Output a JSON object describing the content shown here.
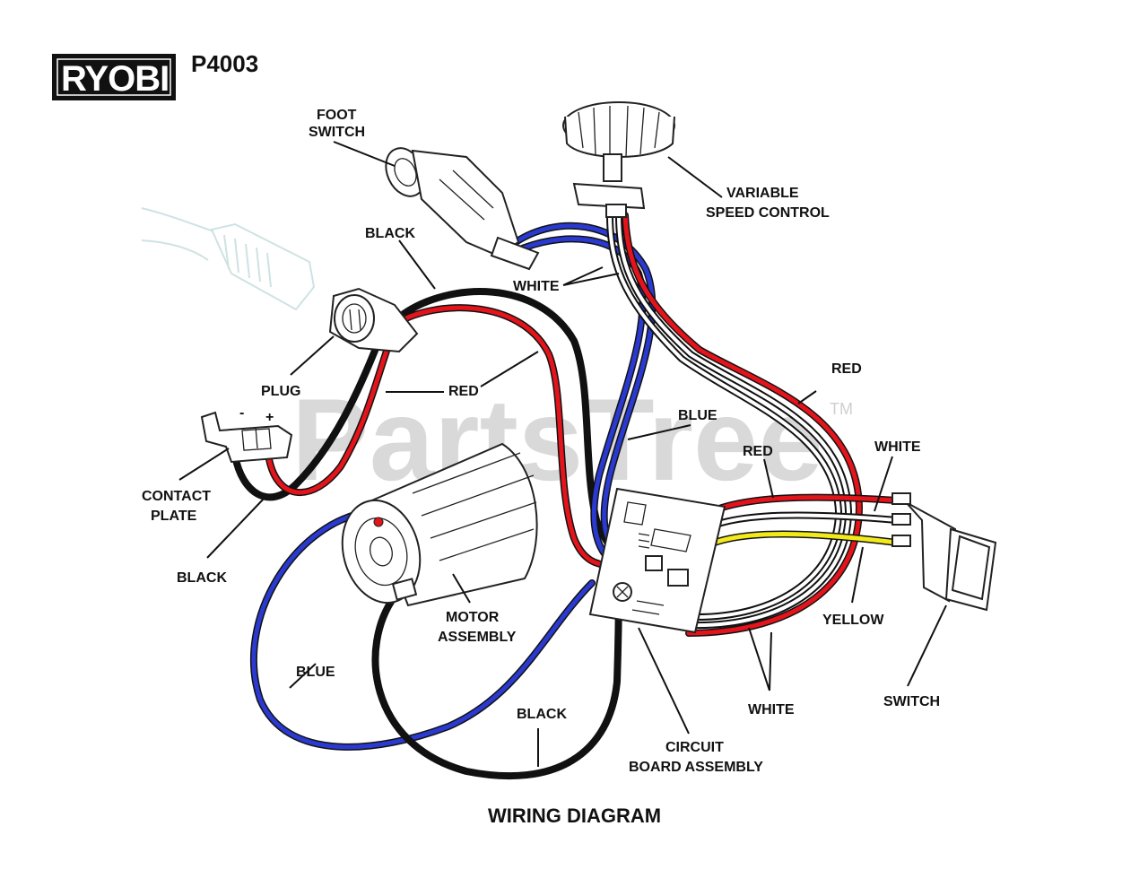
{
  "header": {
    "brand": "RYOBI",
    "model": "P4003"
  },
  "watermark": {
    "text": "PartsTree",
    "trademark": "TM"
  },
  "diagram": {
    "title": "WIRING DIAGRAM",
    "labels": {
      "foot_switch_1": "FOOT",
      "foot_switch_2": "SWITCH",
      "variable_speed_1": "VARIABLE",
      "variable_speed_2": "SPEED CONTROL",
      "black_top": "BLACK",
      "white_top": "WHITE",
      "plug": "PLUG",
      "red_plug": "RED",
      "red_right": "RED",
      "blue_mid": "BLUE",
      "red_mid": "RED",
      "white_right": "WHITE",
      "contact_plate_1": "CONTACT",
      "contact_plate_2": "PLATE",
      "plus": "+",
      "minus": "-",
      "black_left": "BLACK",
      "motor_1": "MOTOR",
      "motor_2": "ASSEMBLY",
      "yellow": "YELLOW",
      "blue_left": "BLUE",
      "black_bottom": "BLACK",
      "white_bottom": "WHITE",
      "switch": "SWITCH",
      "circuit_1": "CIRCUIT",
      "circuit_2": "BOARD ASSEMBLY"
    }
  },
  "colors": {
    "red_wire": "#e3141b",
    "blue_wire": "#2a3ad0",
    "black_wire": "#111111",
    "yellow_wire": "#f2ea1b",
    "white_wire": "#ffffff",
    "watermark": "#d9d9d9"
  }
}
